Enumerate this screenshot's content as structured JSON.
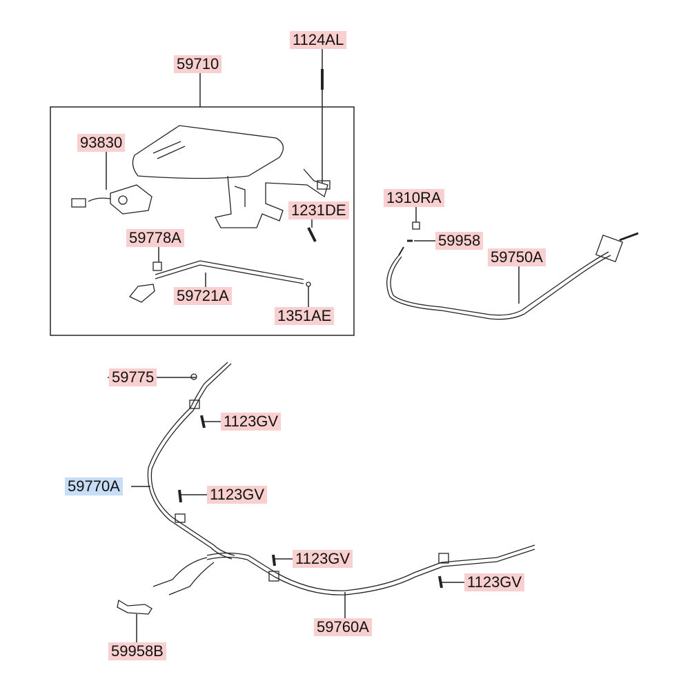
{
  "colors": {
    "label_bg": "#f9cfcf",
    "highlight_bg": "#c7ddf6",
    "line": "#222222"
  },
  "labels": {
    "p1124AL": "1124AL",
    "p59710": "59710",
    "p93830": "93830",
    "p1231DE": "1231DE",
    "p1310RA": "1310RA",
    "p59958": "59958",
    "p59750A": "59750A",
    "p59778A": "59778A",
    "p59721A": "59721A",
    "p1351AE": "1351AE",
    "p59775": "59775",
    "p1123GV_a": "1123GV",
    "p59770A": "59770A",
    "p1123GV_b": "1123GV",
    "p1123GV_c": "1123GV",
    "p1123GV_d": "1123GV",
    "p59760A": "59760A",
    "p59958B": "59958B"
  },
  "highlighted_part": "59770A"
}
